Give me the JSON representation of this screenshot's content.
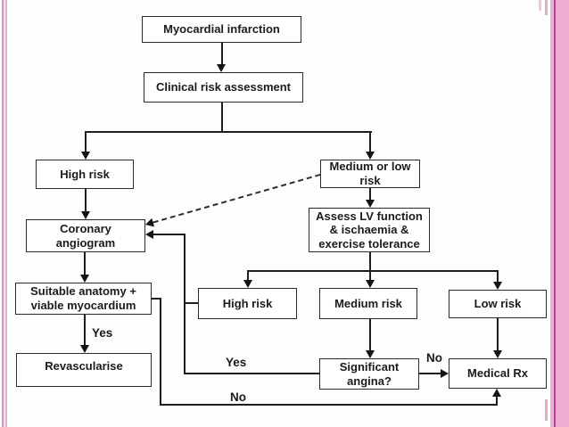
{
  "flowchart": {
    "nodes": {
      "myocardial_infarction": "Myocardial infarction",
      "clinical_risk_assessment": "Clinical risk assessment",
      "high_risk_1": "High risk",
      "medium_low_risk": "Medium or low\nrisk",
      "coronary_angiogram": "Coronary\nangiogram",
      "assess_lv": "Assess LV function\n& ischaemia &\nexercise tolerance",
      "suitable_anatomy": "Suitable anatomy +\nviable myocardium",
      "high_risk_2": "High risk",
      "medium_risk": "Medium risk",
      "low_risk": "Low risk",
      "revascularise": "Revascularise",
      "significant_angina": "Significant\nangina?",
      "medical_rx": "Medical Rx"
    },
    "edge_labels": {
      "yes_revascularise": "Yes",
      "yes_angina": "Yes",
      "no_angina": "No",
      "no_anatomy": "No"
    },
    "colors": {
      "line": "#1e1e1e",
      "box_border": "#2a2a2a",
      "text": "#1b1b1b"
    }
  },
  "decor": {
    "left_stripe_dark": "#c7a0c4",
    "left_stripe_light": "#d5b4d1",
    "right_band": "#eeadd2",
    "right_dark_line": "#b04a96",
    "tick_light": "#e7cade",
    "tick_medium": "#ddaed2"
  }
}
